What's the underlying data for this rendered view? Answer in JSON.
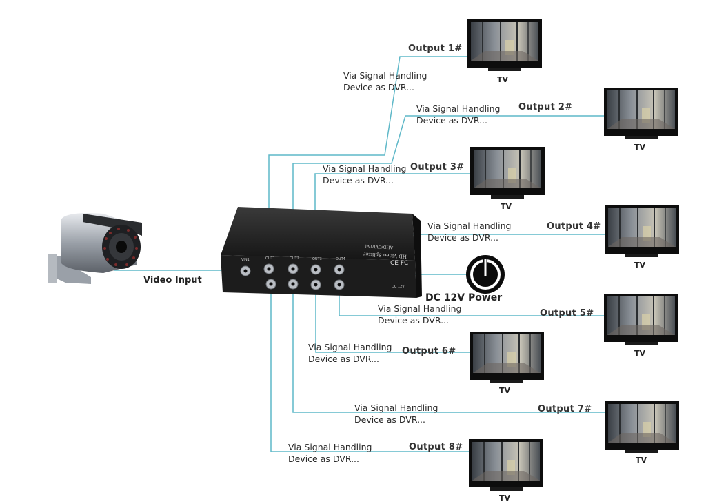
{
  "labels": {
    "video_input": "Video Input",
    "power": "DC 12V Power",
    "tv": "TV",
    "via_line1": "Via Signal Handling",
    "via_line2": "Device as DVR..."
  },
  "outputs": [
    {
      "label": "Output 1#"
    },
    {
      "label": "Output 2#"
    },
    {
      "label": "Output 3#"
    },
    {
      "label": "Output 4#"
    },
    {
      "label": "Output 5#"
    },
    {
      "label": "Output 6#"
    },
    {
      "label": "Output 7#"
    },
    {
      "label": "Output 8#"
    }
  ],
  "device": {
    "model_text": "HD Video Splitter",
    "sub_text": "AHD/CVI/TVI",
    "ports": [
      "VIN1",
      "OUT1",
      "OUT2",
      "OUT3",
      "OUT4"
    ],
    "power_port": "DC 12V",
    "cert_marks": "CE FC"
  },
  "colors": {
    "cable": "#5fb8c8",
    "device_body": "#1c1c1c",
    "tv_frame": "#0d0d0d"
  }
}
